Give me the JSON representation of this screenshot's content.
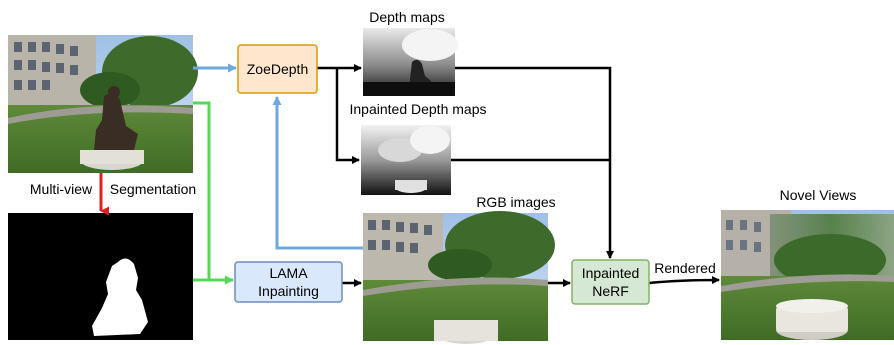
{
  "boxes": {
    "zoe_depth": "ZoeDepth",
    "lama_line1": "LAMA",
    "lama_line2": "Inpainting",
    "nerf_line1": "Inpainted",
    "nerf_line2": "NeRF"
  },
  "labels": {
    "depth_maps": "Depth maps",
    "inpainted_depth_maps": "Inpainted Depth maps",
    "multi_view": "Multi-view",
    "segmentation": "Segmentation",
    "rgb_images": "RGB images",
    "novel_views": "Novel Views",
    "rendered": "Rendered"
  },
  "colors": {
    "blue_arrow": "#6fa8dc",
    "green_arrow": "#59d659",
    "red_arrow": "#e02020",
    "black_arrow": "#000000",
    "zoe_fill": "#ffe6cc",
    "zoe_stroke": "#d79b00",
    "lama_fill": "#dae8fc",
    "lama_stroke": "#6c8ebf",
    "nerf_fill": "#d5e8d4",
    "nerf_stroke": "#82b366"
  }
}
